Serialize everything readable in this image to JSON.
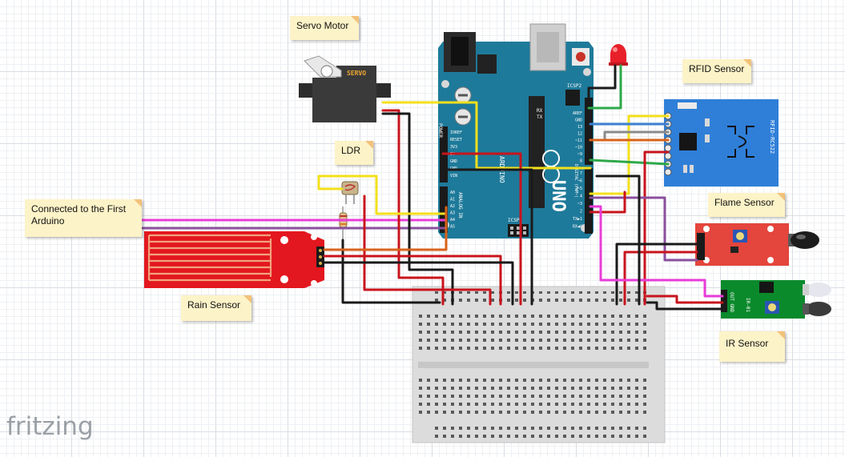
{
  "labels": {
    "servo_motor": "Servo Motor",
    "rfid_sensor": "RFID Sensor",
    "ldr": "LDR",
    "flame_sensor": "Flame Sensor",
    "first_arduino": "Connected to the First Arduino",
    "rain_sensor": "Rain Sensor",
    "ir_sensor": "IR Sensor"
  },
  "markings": {
    "servo": "SERVO",
    "rfid": "RFID-RC522",
    "arduino": "ARDUINO",
    "uno": "UNO",
    "icsp": "ICSP",
    "icsp2": "ICSP2",
    "reset": "RESET",
    "power_header": "POWER",
    "analog_header": "ANALOG IN",
    "digital_header": "DIGITAL (PWM~)",
    "tx": "TX",
    "rx": "RX",
    "power_pins": [
      "IOREF",
      "RESET",
      "3V3",
      "5V",
      "GND",
      "GND",
      "VIN"
    ],
    "analog_pins": [
      "A0",
      "A1",
      "A2",
      "A3",
      "A4",
      "A5"
    ],
    "digital_top_pins": [
      "AREF",
      "GND",
      "13",
      "12",
      "~11",
      "~10",
      "~9",
      "8"
    ],
    "digital_bottom_pins": [
      "7",
      "~6",
      "~5",
      "4",
      "~3",
      "2",
      "TX▶1",
      "RX◀0"
    ],
    "fritzing": "fritzing"
  },
  "colors": {
    "arduino": "#1e7a9a",
    "wire_yellow": "#f4e01c",
    "wire_red": "#c8141c",
    "wire_black": "#1a1a1a",
    "wire_magenta": "#e83cd8",
    "wire_purple": "#8a4f9e",
    "wire_green": "#2ea84a",
    "wire_orange": "#d9621a",
    "wire_blue": "#3b7fd0",
    "wire_gray": "#8a8a8a",
    "rain_board": "#e3171f",
    "flame_board": "#e4453c",
    "ir_board": "#0b8a2c",
    "rfid_board": "#2f7fd8"
  }
}
